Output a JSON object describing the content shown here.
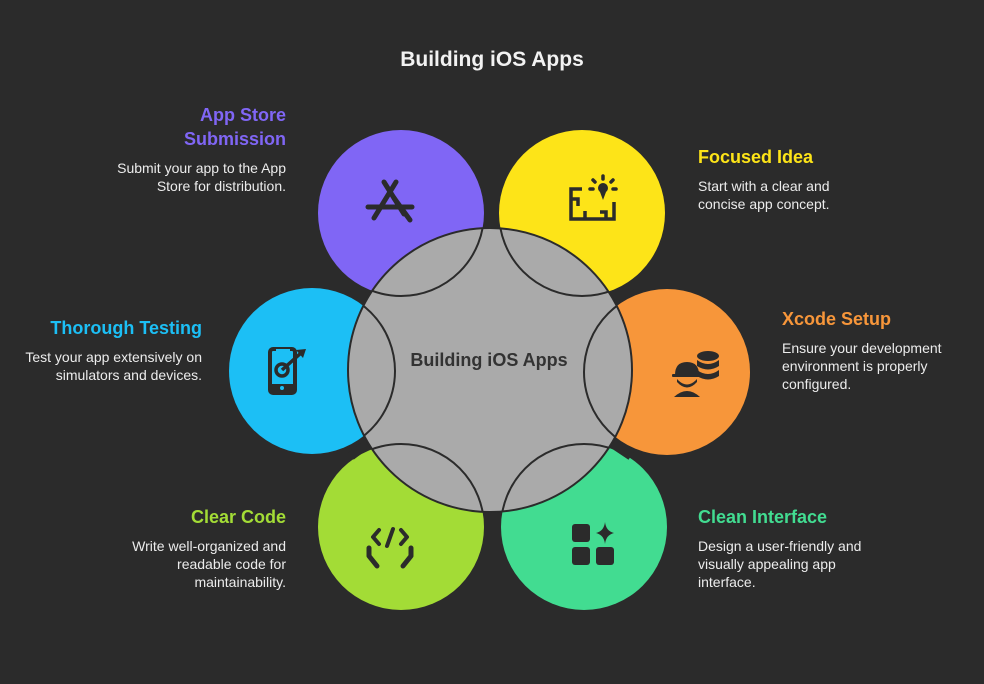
{
  "title": "Building iOS Apps",
  "center": {
    "label": "Building iOS Apps",
    "color": "#aaaaaa"
  },
  "background": "#2b2b2b",
  "items": [
    {
      "id": "app-store-submission",
      "title": "App Store Submission",
      "description": "Submit your app to the App Store for distribution.",
      "color": "#8066f5",
      "icon": "app-store-icon"
    },
    {
      "id": "focused-idea",
      "title": "Focused Idea",
      "description": "Start with a clear and concise app concept.",
      "color": "#fde418",
      "icon": "idea-blueprint-icon"
    },
    {
      "id": "thorough-testing",
      "title": "Thorough Testing",
      "description": "Test your app extensively on simulators and devices.",
      "color": "#1cbff5",
      "icon": "phone-target-icon"
    },
    {
      "id": "xcode-setup",
      "title": "Xcode Setup",
      "description": "Ensure your development environment is properly configured.",
      "color": "#f7963a",
      "icon": "engineer-database-icon"
    },
    {
      "id": "clear-code",
      "title": "Clear Code",
      "description": "Write well-organized and readable code for maintainability.",
      "color": "#a3dc36",
      "icon": "code-hands-icon"
    },
    {
      "id": "clean-interface",
      "title": "Clean Interface",
      "description": "Design a user-friendly and visually appealing app interface.",
      "color": "#42dc91",
      "icon": "grid-sparkle-icon"
    }
  ]
}
